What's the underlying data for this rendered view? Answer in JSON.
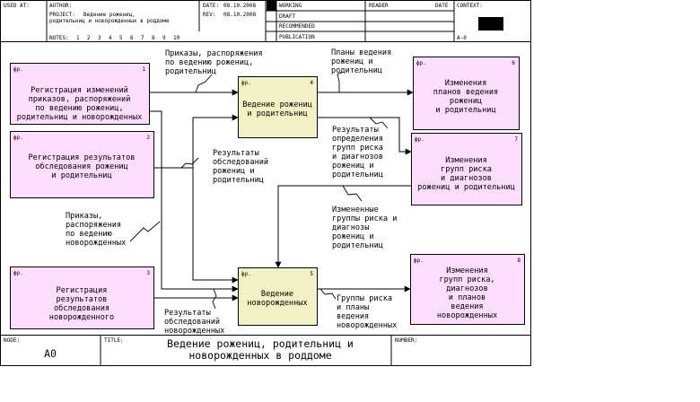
{
  "header": {
    "used_at_label": "USED AT:",
    "author_label": "AUTHOR:",
    "project_label": "PROJECT:",
    "project_value": [
      "Ведение рожениц,",
      "родительниц и новорожденных в роддоме"
    ],
    "date_label": "DATE:",
    "date_value": "08.10.2008",
    "rev_label": "REV:",
    "rev_value": "08.10.2008",
    "notes_label": "NOTES:",
    "notes_numbers": [
      "1",
      "2",
      "3",
      "4",
      "5",
      "6",
      "7",
      "8",
      "9",
      "10"
    ],
    "status_items": [
      "WORKING",
      "DRAFT",
      "RECOMMENDED",
      "PUBLICATION"
    ],
    "reader_label": "READER",
    "reader_date_label": "DATE",
    "context_label": "CONTEXT:",
    "context_node": "A-0"
  },
  "boxes": [
    {
      "id": "b1",
      "fp": "фр.",
      "num": "1",
      "lines": [
        "Регистрация изменений",
        "приказов, распоряжений",
        "по ведению рожениц,",
        "родительниц и новорожденных"
      ],
      "color": "#ffddff"
    },
    {
      "id": "b2",
      "fp": "фр.",
      "num": "2",
      "lines": [
        "Регистрация результатов",
        "обследования рожениц",
        "и родительниц"
      ],
      "color": "#ffddff"
    },
    {
      "id": "b3",
      "fp": "фр.",
      "num": "3",
      "lines": [
        "Регистрация",
        "результатов",
        "обследования",
        "новорожденного"
      ],
      "color": "#ffddff"
    },
    {
      "id": "b4",
      "fp": "фр.",
      "num": "4",
      "lines": [
        "Ведение рожениц",
        "и родительниц"
      ],
      "color": "#f1f1c4"
    },
    {
      "id": "b5",
      "fp": "фр.",
      "num": "5",
      "lines": [
        "Ведение",
        "новорожденных"
      ],
      "color": "#f1f1c4"
    },
    {
      "id": "b6",
      "fp": "фр.",
      "num": "6",
      "lines": [
        "Изменения",
        "планов ведения",
        "рожениц",
        "и родительниц"
      ],
      "color": "#ffddff"
    },
    {
      "id": "b7",
      "fp": "фр.",
      "num": "7",
      "lines": [
        "Изменения",
        "групп риска",
        "и диагнозов",
        "рожениц и родительниц"
      ],
      "color": "#ffddff"
    },
    {
      "id": "b8",
      "fp": "фр.",
      "num": "8",
      "lines": [
        "Изменения",
        "групп риска,",
        "диагнозов",
        "и планов",
        "ведения",
        "новорожденных"
      ],
      "color": "#ffddff"
    }
  ],
  "arrow_labels": [
    {
      "id": "l1",
      "lines": [
        "Приказы, распоряжения",
        "по ведению рожениц,",
        "родительниц"
      ]
    },
    {
      "id": "l2",
      "lines": [
        "Планы ведения",
        "рожениц и",
        "родительниц"
      ]
    },
    {
      "id": "l3",
      "lines": [
        "Результаты",
        "определения",
        "групп риска",
        "и диагнозов",
        "рожениц и",
        "родительниц"
      ]
    },
    {
      "id": "l4",
      "lines": [
        "Результаты",
        "обследований",
        "рожениц и",
        "родительниц"
      ]
    },
    {
      "id": "l5",
      "lines": [
        "Приказы,",
        "распоряжения",
        "по ведению",
        "новорожденных"
      ]
    },
    {
      "id": "l6",
      "lines": [
        "Измененные",
        "группы риска и",
        "диагнозы",
        "рожениц и",
        "родительниц"
      ]
    },
    {
      "id": "l7",
      "lines": [
        "Результаты",
        "обследований",
        "новорожденных"
      ]
    },
    {
      "id": "l8",
      "lines": [
        "Группы риска",
        "и планы",
        "ведения",
        "новорожденных"
      ]
    }
  ],
  "footer": {
    "node_label": "NODE:",
    "node_value": "A0",
    "title_label": "TITLE:",
    "title_value": [
      "Ведение рожениц, родительниц и",
      "новорожденных в роддоме"
    ],
    "number_label": "NUMBER:"
  }
}
